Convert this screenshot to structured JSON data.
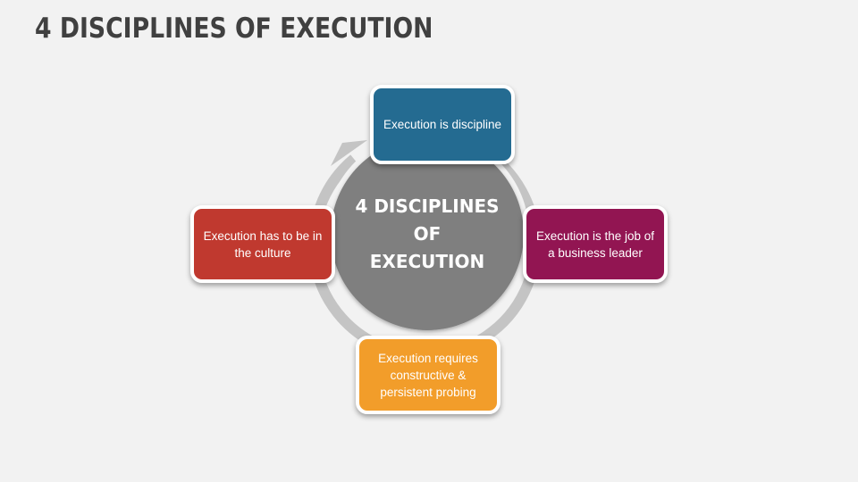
{
  "slide": {
    "title": "4 DISCIPLINES OF EXECUTION",
    "center": {
      "lines": [
        "4 DISCIPLINES",
        "OF",
        "EXECUTION"
      ],
      "color": "#7f7f7f"
    },
    "ring": {
      "color": "#bfbfbf",
      "arrow_direction": "clockwise"
    },
    "boxes": [
      {
        "position": "top",
        "text": "Execution is discipline",
        "color": "#246b91"
      },
      {
        "position": "right",
        "text": "Execution is the job of a business leader",
        "color": "#921552"
      },
      {
        "position": "bottom",
        "text": "Execution requires constructive & persistent probing",
        "color": "#f29d2a"
      },
      {
        "position": "left",
        "text": "Execution has to be in the culture",
        "color": "#c0392f"
      }
    ]
  }
}
